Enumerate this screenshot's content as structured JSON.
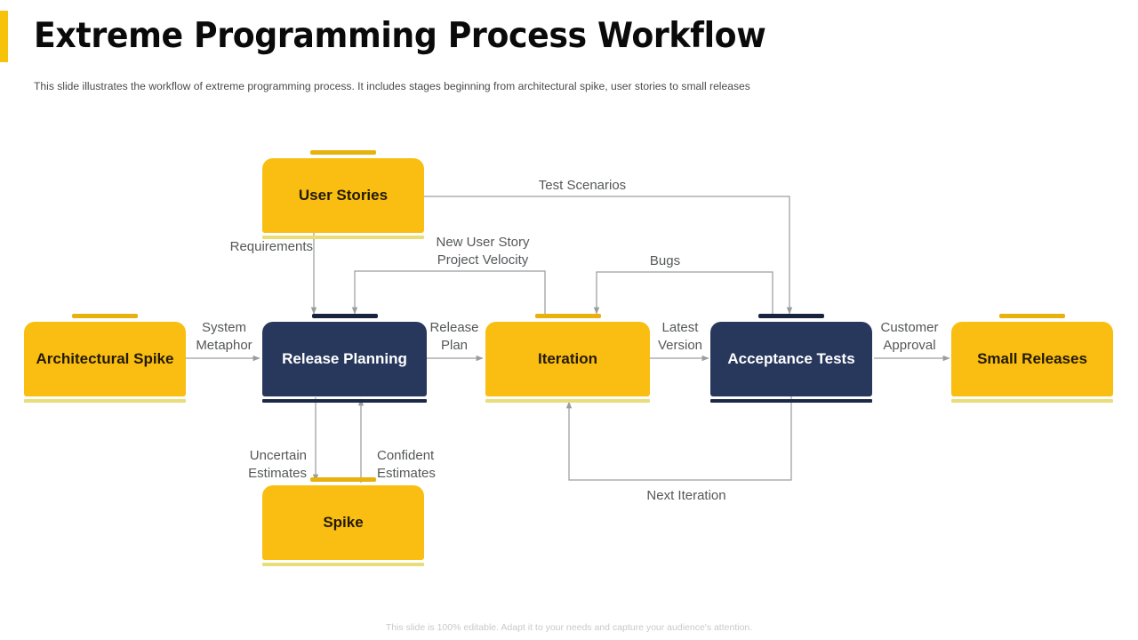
{
  "slide": {
    "title": "Extreme Programming Process Workflow",
    "subtitle": "This slide illustrates the workflow of extreme programming process. It includes stages beginning from architectural spike, user stories to small releases",
    "footer": "This slide is 100% editable. Adapt it to your needs and capture your audience's attention.",
    "accent_color": "#F7C20A"
  },
  "palette": {
    "yellow_fill": "#F9BE11",
    "yellow_tab": "#E8B10B",
    "yellow_underline": "#E8DC7B",
    "navy_fill": "#28385C",
    "navy_tab": "#18233D",
    "connector": "#8A8D90",
    "label_text": "#555759"
  },
  "diagram": {
    "type": "flowchart",
    "nodes": [
      {
        "id": "user-stories",
        "label": "User Stories",
        "style": "yellow"
      },
      {
        "id": "architectural-spike",
        "label": "Architectural\nSpike",
        "style": "yellow"
      },
      {
        "id": "release-planning",
        "label": "Release\nPlanning",
        "style": "navy"
      },
      {
        "id": "iteration",
        "label": "Iteration",
        "style": "yellow"
      },
      {
        "id": "acceptance-tests",
        "label": "Acceptance\nTests",
        "style": "navy"
      },
      {
        "id": "small-releases",
        "label": "Small\nReleases",
        "style": "yellow"
      },
      {
        "id": "spike",
        "label": "Spike",
        "style": "yellow"
      }
    ],
    "connectors": [
      {
        "id": "requirements",
        "label": "Requirements",
        "from": "user-stories",
        "to": "release-planning"
      },
      {
        "id": "test-scenarios",
        "label": "Test Scenarios",
        "from": "user-stories",
        "to": "acceptance-tests"
      },
      {
        "id": "system-metaphor",
        "label": "System\nMetaphor",
        "from": "architectural-spike",
        "to": "release-planning"
      },
      {
        "id": "release-plan",
        "label": "Release\nPlan",
        "from": "release-planning",
        "to": "iteration"
      },
      {
        "id": "new-user-story",
        "label": "New User Story\nProject Velocity",
        "from": "iteration",
        "to": "release-planning"
      },
      {
        "id": "latest-version",
        "label": "Latest\nVersion",
        "from": "iteration",
        "to": "acceptance-tests"
      },
      {
        "id": "bugs",
        "label": "Bugs",
        "from": "acceptance-tests",
        "to": "iteration"
      },
      {
        "id": "customer-approval",
        "label": "Customer\nApproval",
        "from": "acceptance-tests",
        "to": "small-releases"
      },
      {
        "id": "next-iteration",
        "label": "Next Iteration",
        "from": "acceptance-tests",
        "to": "iteration"
      },
      {
        "id": "uncertain-estimates",
        "label": "Uncertain\nEstimates",
        "from": "release-planning",
        "to": "spike"
      },
      {
        "id": "confident-estimates",
        "label": "Confident\nEstimates",
        "from": "spike",
        "to": "release-planning"
      }
    ]
  }
}
